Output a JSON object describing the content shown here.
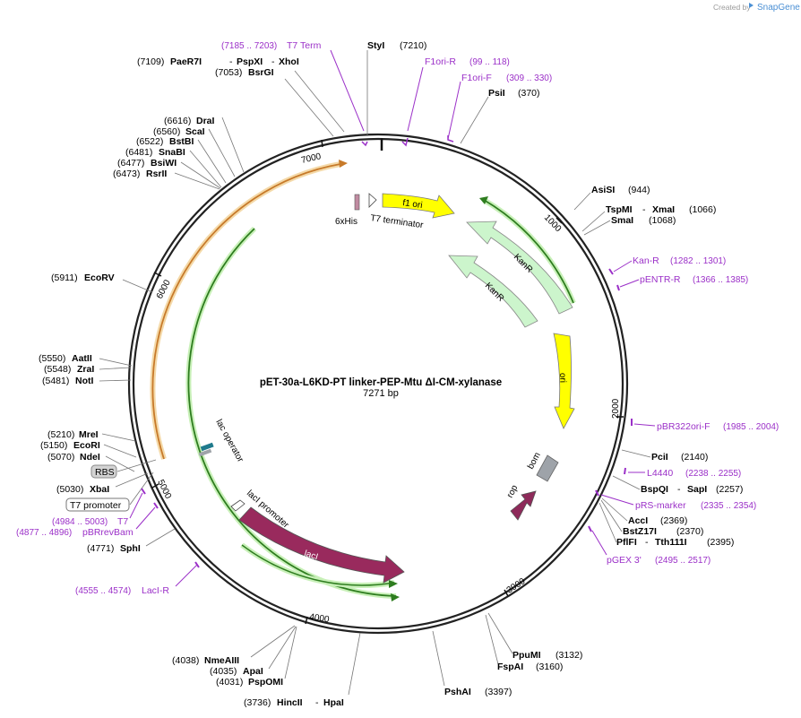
{
  "header": {
    "credit": "Created by",
    "brand": "SnapGene"
  },
  "plasmid": {
    "name": "pET-30a-L6KD-PT linker-PEP-Mtu ΔI-CM-xylanase",
    "length": "7271 bp"
  },
  "ticks": [
    "1000",
    "2000",
    "3000",
    "4000",
    "5000",
    "6000",
    "7000"
  ],
  "features": {
    "f1ori": "f1 ori",
    "kanr1": "KanR",
    "kanr2": "KanR",
    "ori": "ori",
    "bom": "bom",
    "rop": "rop",
    "laci": "lacI",
    "laci_promoter": "lacI promoter",
    "lac_operator": "lac operator",
    "sixhis": "6xHis",
    "t7term": "T7 terminator",
    "rbs": "RBS",
    "t7promoter": "T7 promoter"
  },
  "sites": [
    {
      "pos": "(7109)",
      "name": "PaeR7I",
      "sep": "-",
      "name2": "PspXI",
      "sep2": "-",
      "name3": "XhoI"
    },
    {
      "pos": "(7053)",
      "name": "BsrGI"
    },
    {
      "name": "StyI",
      "pos": "(7210)"
    },
    {
      "name": "PsiI",
      "pos": "(370)"
    },
    {
      "name": "AsiSI",
      "pos": "(944)"
    },
    {
      "name": "TspMI",
      "sep": "-",
      "name2": "XmaI",
      "pos": "(1066)"
    },
    {
      "name": "SmaI",
      "pos": "(1068)"
    },
    {
      "name": "PciI",
      "pos": "(2140)"
    },
    {
      "name": "BspQI",
      "sep": "-",
      "name2": "SapI",
      "pos": "(2257)"
    },
    {
      "name": "AccI",
      "pos": "(2369)"
    },
    {
      "name": "BstZ17I",
      "pos": "(2370)"
    },
    {
      "name": "PflFI",
      "sep": "-",
      "name2": "Tth111I",
      "pos": "(2395)"
    },
    {
      "name": "PpuMI",
      "pos": "(3132)"
    },
    {
      "name": "FspAI",
      "pos": "(3160)"
    },
    {
      "name": "PshAI",
      "pos": "(3397)"
    },
    {
      "pos": "(3736)",
      "name": "HincII",
      "sep": "-",
      "name2": "HpaI"
    },
    {
      "pos": "(4038)",
      "name": "NmeAIII"
    },
    {
      "pos": "(4035)",
      "name": "ApaI"
    },
    {
      "pos": "(4031)",
      "name": "PspOMI"
    },
    {
      "pos": "(4771)",
      "name": "SphI"
    },
    {
      "pos": "(5030)",
      "name": "XbaI"
    },
    {
      "pos": "(5070)",
      "name": "NdeI"
    },
    {
      "pos": "(5150)",
      "name": "EcoRI"
    },
    {
      "pos": "(5210)",
      "name": "MreI"
    },
    {
      "pos": "(5481)",
      "name": "NotI"
    },
    {
      "pos": "(5548)",
      "name": "ZraI"
    },
    {
      "pos": "(5550)",
      "name": "AatII"
    },
    {
      "pos": "(5911)",
      "name": "EcoRV"
    },
    {
      "pos": "(6473)",
      "name": "RsrII"
    },
    {
      "pos": "(6477)",
      "name": "BsiWI"
    },
    {
      "pos": "(6481)",
      "name": "SnaBI"
    },
    {
      "pos": "(6522)",
      "name": "BstBI"
    },
    {
      "pos": "(6560)",
      "name": "ScaI"
    },
    {
      "pos": "(6616)",
      "name": "DraI"
    }
  ],
  "primers": [
    {
      "range": "(7185 .. 7203)",
      "name": "T7 Term"
    },
    {
      "name": "F1ori-R",
      "range": "(99 .. 118)"
    },
    {
      "name": "F1ori-F",
      "range": "(309 .. 330)"
    },
    {
      "name": "Kan-R",
      "range": "(1282 .. 1301)"
    },
    {
      "name": "pENTR-R",
      "range": "(1366 .. 1385)"
    },
    {
      "name": "pBR322ori-F",
      "range": "(1985 .. 2004)"
    },
    {
      "name": "L4440",
      "range": "(2238 .. 2255)"
    },
    {
      "name": "pRS-marker",
      "range": "(2335 .. 2354)"
    },
    {
      "name": "pGEX 3'",
      "range": "(2495 .. 2517)"
    },
    {
      "range": "(4555 .. 4574)",
      "name": "LacI-R"
    },
    {
      "range": "(4877 .. 4896)",
      "name": "pBRrevBam"
    },
    {
      "range": "(4984 .. 5003)",
      "name": "T7"
    }
  ],
  "colors": {
    "backbone": "#222222",
    "f1ori": "#ffff00",
    "kanr": "#c8f5c8",
    "ori": "#ffff00",
    "bom": "#9ea3a9",
    "rop": "#8e2a5a",
    "laci": "#992a5d",
    "primer": "#9b30c8",
    "green_arc": "#2e7d1f",
    "orange_arc": "#c77a2a"
  }
}
